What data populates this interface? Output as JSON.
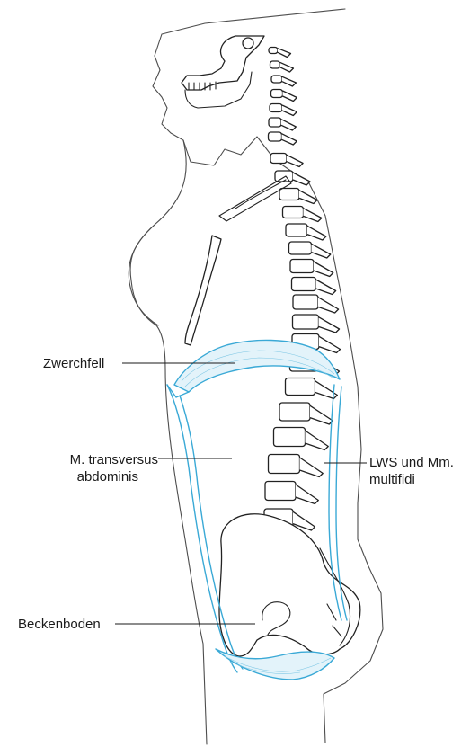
{
  "labels": {
    "diaphragm": "Zwerchfell",
    "transversus_line1": "M. transversus",
    "transversus_line2": "abdominis",
    "spine_line1": "LWS und Mm.",
    "spine_line2": "multifidi",
    "pelvic_floor": "Beckenboden"
  },
  "colors": {
    "muscle": "#3aa9d6",
    "muscle_fill": "#e3f3fa",
    "bone_outline": "#222222",
    "body_outline": "#4d4d4d"
  }
}
